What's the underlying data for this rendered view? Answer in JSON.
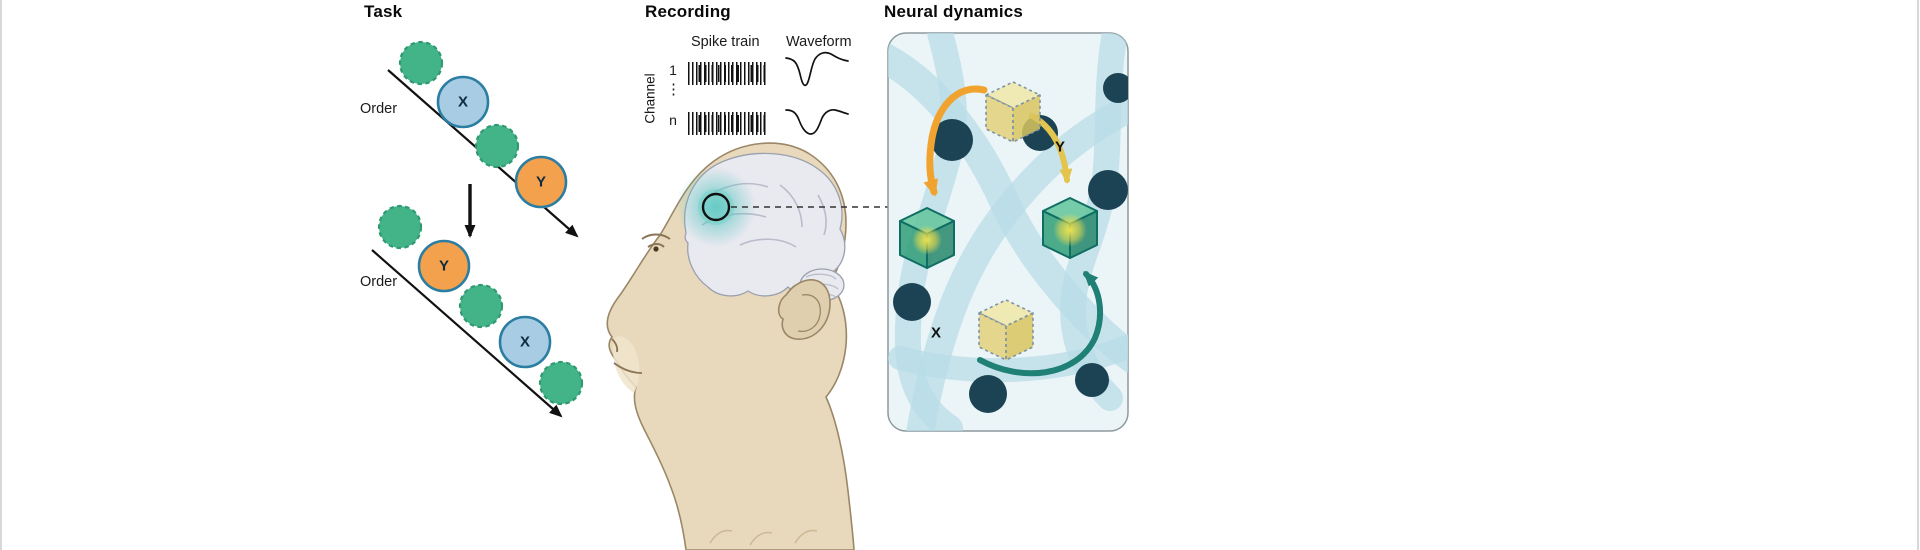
{
  "figure": {
    "panels": {
      "task": {
        "title": "Task",
        "order_label": "Order",
        "item_x": "X",
        "item_y": "Y"
      },
      "recording": {
        "title": "Recording",
        "spike_train_label": "Spike train",
        "waveform_label": "Waveform",
        "channel_label": "Channel",
        "channel_first": "1",
        "channel_ellipsis": "⋮",
        "channel_last": "n"
      },
      "neural": {
        "title": "Neural dynamics",
        "cube_y": "Y",
        "cube_x": "X"
      }
    },
    "colors": {
      "task_green": "#43b488",
      "task_green_border": "#2f9973",
      "task_blue": "#a8cce4",
      "task_orange": "#f4a14d",
      "task_item_border": "#2b7ea1",
      "monkey_skin": "#e8d9bd",
      "monkey_outline": "#9a8767",
      "brain_fill": "#e9e9f0",
      "recording_site_glow": "#49c2bb",
      "panel_bg": "#ebf5f8",
      "node_dark": "#1b4354",
      "band_blue": "#b7dde8",
      "cube_yellow": "#e6d27a",
      "cube_green": "#2f9e78",
      "arrow_orange": "#f0a42f",
      "arrow_yellow": "#e3c44c",
      "arrow_teal": "#1f8076"
    }
  }
}
